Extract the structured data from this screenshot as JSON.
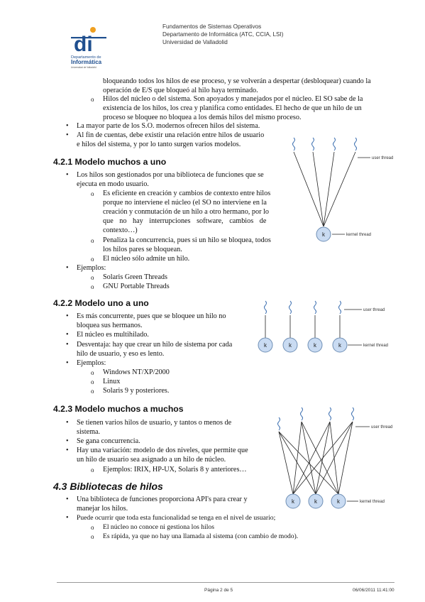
{
  "header": {
    "line1": "Fundamentos de Sistemas Operativos",
    "line2": "Departamento de Informática (ATC, CCIA, LSI)",
    "line3": "Universidad de Valladolid",
    "logo": {
      "letters": "di",
      "caption1": "Departamento de",
      "caption2": "Informática",
      "caption3": "Universidad de Valladolid",
      "color": "#1f4f8f",
      "accent": "#f0a020"
    }
  },
  "intro": {
    "cont_1": "bloqueando todos los hilos de ese proceso, y se volverán a despertar (desbloquear) cuando la",
    "cont_2": "operación de E/S que bloqueó al hilo haya terminado.",
    "kernel_1": "Hilos del núcleo o del sistema. Son apoyados y manejados por el núcleo. El SO sabe de la",
    "kernel_2": "existencia de los hilos, los crea y planifica como entidades. El hecho de que un hilo de un",
    "kernel_3": "proceso se bloquee no bloquea a los demás hilos del mismo proceso.",
    "b1": "La mayor parte de los S.O. modernos ofrecen hilos del sistema.",
    "b2_1": "Al fin de cuentas, debe existir una relación entre hilos de usuario",
    "b2_2": "e hilos del sistema, y por lo tanto surgen varios modelos."
  },
  "s421": {
    "title": "4.2.1  Modelo muchos a uno",
    "b1_1": "Los hilos son gestionados por una biblioteca de funciones que se",
    "b1_2": "ejecuta en modo usuario.",
    "c1_1": "Es eficiente en creación y cambios de contexto entre hilos",
    "c1_2": "porque no interviene el núcleo (el SO no interviene en la",
    "c1_3": "creación y conmutación de un hilo a otro hermano, por lo",
    "c1_4": "que no hay interrupciones software, cambios de",
    "c1_5": "contexto…)",
    "c2_1": "Penaliza la concurrencia, pues si un hilo se bloquea, todos",
    "c2_2": "los hilos pares se bloquean.",
    "c3": "El núcleo sólo admite un hilo.",
    "b2": "Ejemplos:",
    "ex1": "Solaris Green Threads",
    "ex2": "GNU Portable Threads",
    "diagram": {
      "user_label": "user thread",
      "kernel_label": "kernel thread",
      "k": "k"
    }
  },
  "s422": {
    "title": "4.2.2  Modelo uno a uno",
    "b1_1": "Es más concurrente, pues que se bloquee un hilo no",
    "b1_2": "bloquea sus hermanos.",
    "b2": "El núcleo es multihilado.",
    "b3_1": "Desventaja: hay que crear un hilo de sistema por cada",
    "b3_2": "hilo de usuario, y eso es lento.",
    "b4": "Ejemplos:",
    "ex1": "Windows NT/XP/2000",
    "ex2": "Linux",
    "ex3": "Solaris 9 y posteriores.",
    "diagram": {
      "user_label": "user thread",
      "kernel_label": "kernel thread",
      "k": "k"
    }
  },
  "s423": {
    "title": "4.2.3  Modelo muchos a muchos",
    "b1_1": "Se tienen varios hilos de usuario, y tantos o menos de",
    "b1_2": "sistema.",
    "b2": "Se gana concurrencia.",
    "b3_1": "Hay una variación: modelo de dos niveles, que permite que",
    "b3_2": "un hilo de usuario sea asignado a un hilo de núcleo.",
    "c1": "Ejemplos: IRIX, HP-UX, Solaris 8 y anteriores…",
    "diagram": {
      "user_label": "user thread",
      "kernel_label": "kernel thread",
      "k": "k"
    }
  },
  "s43": {
    "title": "4.3  Bibliotecas de hilos",
    "b1_1": "Una biblioteca de funciones proporciona API's para crear y",
    "b1_2": "manejar los hilos.",
    "b2": "Puede ocurrir que toda esta funcionalidad se tenga en el nivel de usuario;",
    "c1": "El núcleo no conoce ni gestiona los hilos",
    "c2": "Es rápida, ya que no hay una llamada al sistema (con cambio de modo)."
  },
  "footer": {
    "page": "Página 2 de 5",
    "date": "06/06/2011 11:41:00"
  },
  "colors": {
    "kernel_circle": "#c9dbf2",
    "kernel_stroke": "#6f8fb5",
    "squiggle": "#3c6fb0"
  }
}
